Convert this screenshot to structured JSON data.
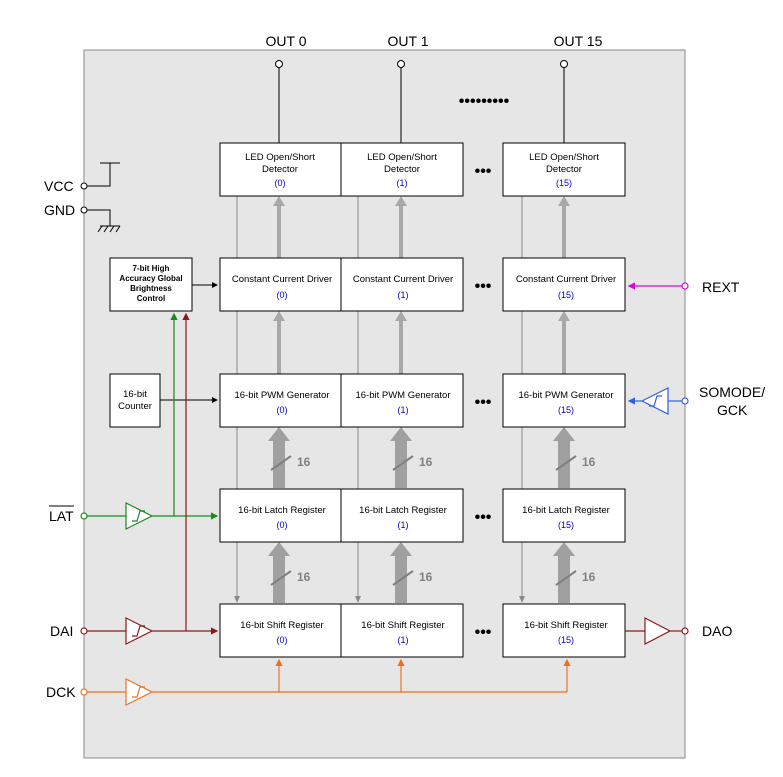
{
  "outputs": {
    "out0": "OUT 0",
    "out1": "OUT 1",
    "out15": "OUT 15"
  },
  "pins": {
    "vcc": "VCC",
    "gnd": "GND",
    "lat": "LAT",
    "dai": "DAI",
    "dck": "DCK",
    "rext": "REXT",
    "somode_line1": "SOMODE/",
    "somode_line2": "GCK",
    "dao": "DAO"
  },
  "blocks": {
    "global_brightness": [
      "7-bit High",
      "Accuracy Global",
      "Brightness",
      "Control"
    ],
    "counter": [
      "16-bit",
      "Counter"
    ],
    "led_detector": [
      "LED Open/Short",
      "Detector"
    ],
    "current_driver": "Constant Current Driver",
    "pwm": "16-bit  PWM Generator",
    "latch": "16-bit Latch Register",
    "shift": "16-bit Shift Register"
  },
  "channels": [
    "(0)",
    "(1)",
    "(15)"
  ],
  "bus_width": "16",
  "ellipsis_top": "•••••••••",
  "ellipsis_row": "•••",
  "colors": {
    "lat": "#1a8a1a",
    "dai": "#8b1a1a",
    "dck": "#f07020",
    "rext": "#e000e0",
    "somode": "#3060e0",
    "index": "#0000cc",
    "bus": "#a0a0a0",
    "chip": "#e6e6e6"
  }
}
